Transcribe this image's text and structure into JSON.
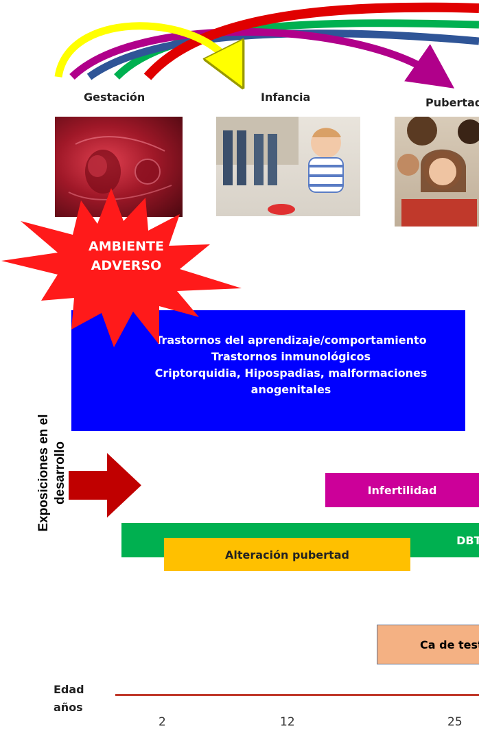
{
  "stages": [
    "Gestación",
    "Infancia",
    "Pubertad"
  ],
  "starburst": {
    "line1": "AMBIENTE",
    "line2": "ADVERSO",
    "color": "#ff1a1a"
  },
  "blue_box": {
    "lines": [
      "Trastornos del aprendizaje/comportamiento",
      "Trastornos inmunológicos",
      "Criptorquidia, Hipospadias, malformaciones",
      "anogenitales"
    ],
    "color": "#0000ff"
  },
  "y_label": {
    "line1": "Exposiciones en el",
    "line2": "desarrollo"
  },
  "bars": [
    {
      "label": "Infertilidad",
      "color": "#cc0099"
    },
    {
      "label": "DBT- Obesidad",
      "color": "#00b050"
    },
    {
      "label": "Alteración pubertad",
      "color": "#ffc000"
    },
    {
      "label": "Ca de testículo",
      "color": "#f4b183"
    }
  ],
  "axis": {
    "label1": "Edad",
    "label2": "años",
    "ticks": [
      "2",
      "12",
      "25"
    ]
  },
  "arc_colors": [
    "#ffff00",
    "#b0008a",
    "#2f5597",
    "#00b050",
    "#e00000"
  ]
}
